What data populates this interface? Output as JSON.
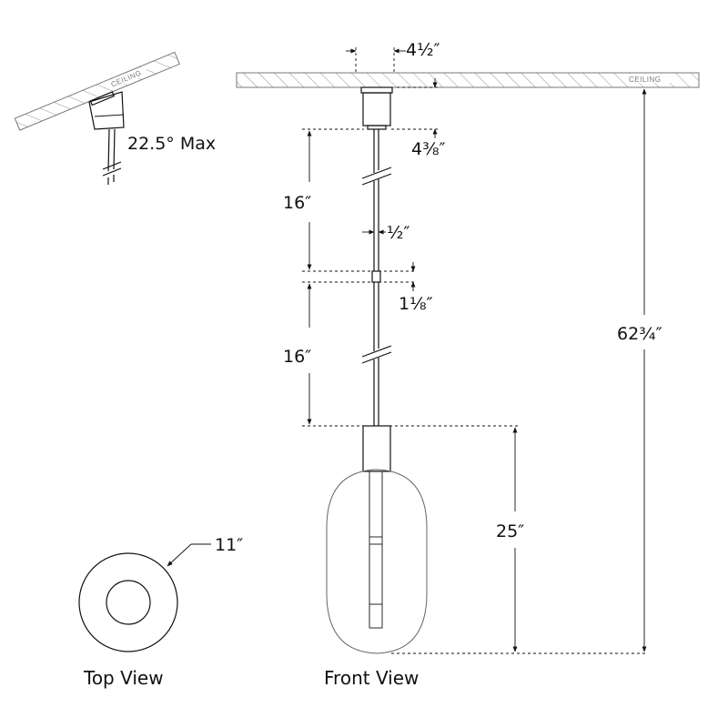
{
  "ceiling": {
    "label": "CEILING"
  },
  "slope_detail": {
    "ceiling_label": "CEILING",
    "angle_label": "22.5° Max"
  },
  "dimensions": {
    "canopy_width": "4½″",
    "canopy_height": "4⅜″",
    "rod_upper": "16″",
    "rod_diameter": "½″",
    "coupler_height": "1⅛″",
    "rod_lower": "16″",
    "shade_height": "25″",
    "overall_height": "62¾″",
    "shade_diameter": "11″"
  },
  "views": {
    "top": "Top View",
    "front": "Front View"
  }
}
